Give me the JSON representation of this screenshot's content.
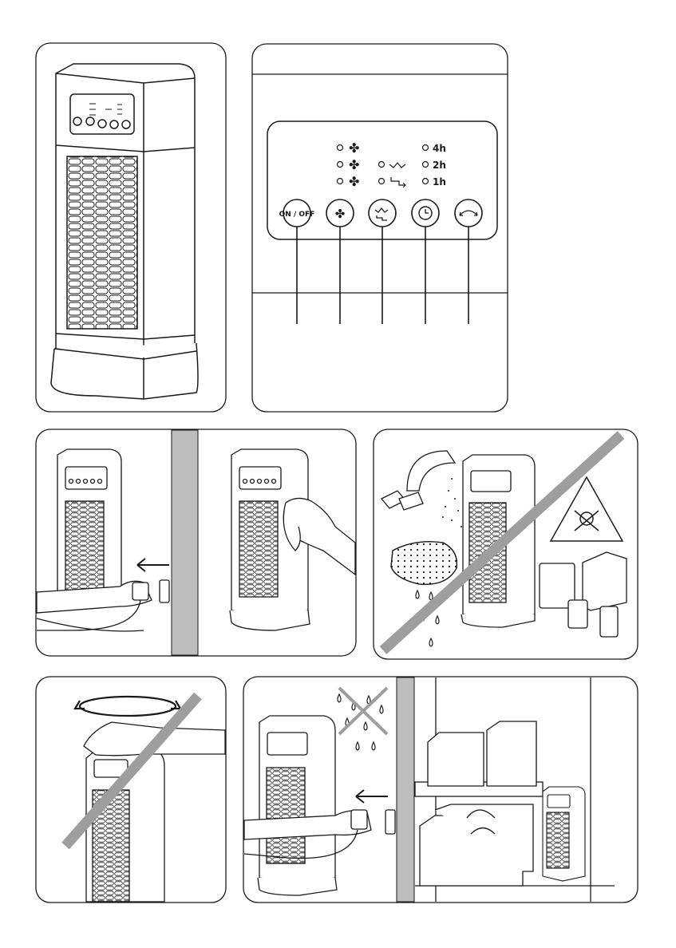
{
  "control_panel": {
    "buttons": [
      {
        "label": "ON / OFF",
        "icon": "power-label"
      },
      {
        "label": "",
        "icon": "fan-speed-icon"
      },
      {
        "label": "",
        "icon": "oscillation-mode-icon"
      },
      {
        "label": "",
        "icon": "timer-icon"
      },
      {
        "label": "",
        "icon": "swing-icon"
      }
    ],
    "timer_labels": [
      "4h",
      "2h",
      "1h"
    ],
    "fan_indicators": 3,
    "mode_indicators": 2
  },
  "panels": [
    {
      "id": "heater-overview"
    },
    {
      "id": "control-panel-detail"
    },
    {
      "id": "unplug-and-wipe"
    },
    {
      "id": "no-water-no-chemicals"
    },
    {
      "id": "do-not-cover"
    },
    {
      "id": "unplug-and-store-dry"
    }
  ],
  "colors": {
    "stroke": "#1a1a1a",
    "prohibit_slash": "#9e9e9e",
    "wall": "#bdbdbd"
  }
}
